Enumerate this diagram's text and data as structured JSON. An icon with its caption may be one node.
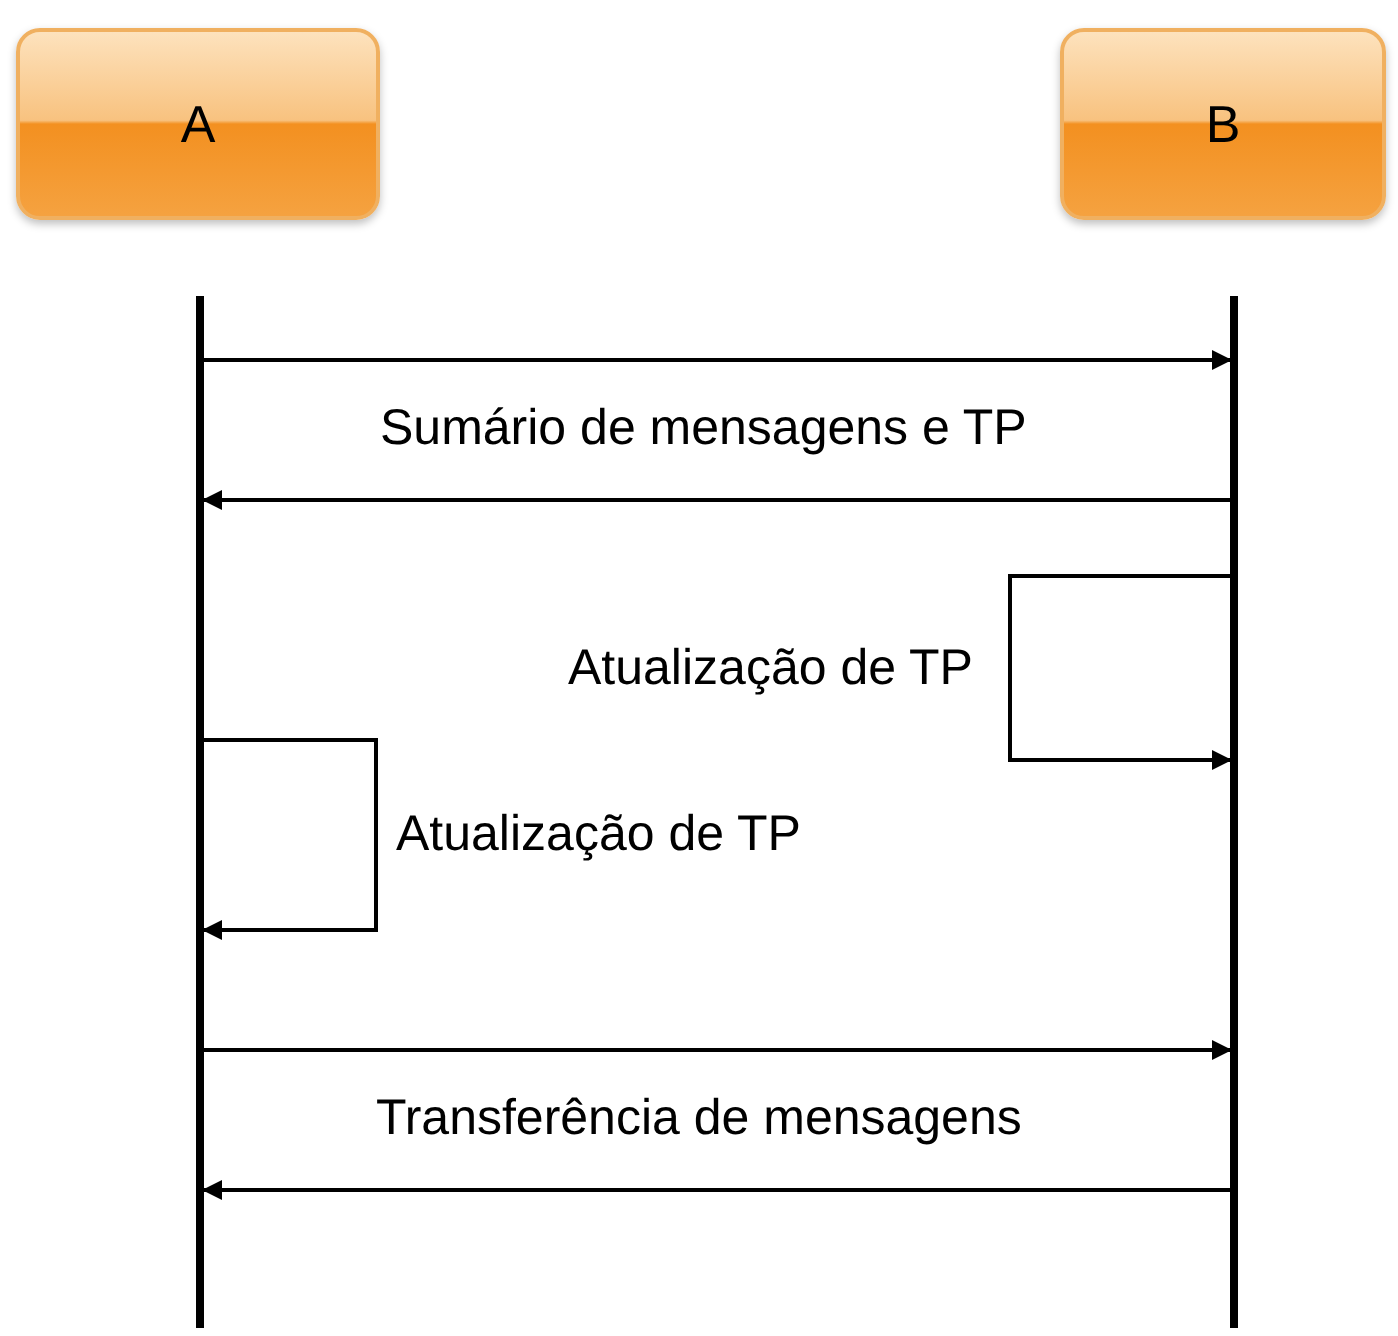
{
  "diagram": {
    "nodes": [
      {
        "text": [
          "A"
        ]
      },
      {
        "text": [
          "B"
        ]
      },
      {
        "text": [],
        "shape": "bar"
      },
      {
        "text": [],
        "shape": "bar"
      }
    ],
    "edges": [
      {
        "from": 2,
        "to": 3,
        "arrow": "to"
      },
      {
        "from": 3,
        "to": 2,
        "arrow": "to",
        "label": "Sumário de mensagens e TP"
      },
      {
        "from": 3,
        "to": 3,
        "arrow": "to",
        "label": "Atualização de TP"
      },
      {
        "from": 2,
        "to": 2,
        "arrow": "to",
        "label": "Atualização de TP"
      },
      {
        "from": 2,
        "to": 3,
        "arrow": "to"
      },
      {
        "from": 3,
        "to": 2,
        "arrow": "to",
        "label": "Transferência de mensagens"
      }
    ]
  }
}
